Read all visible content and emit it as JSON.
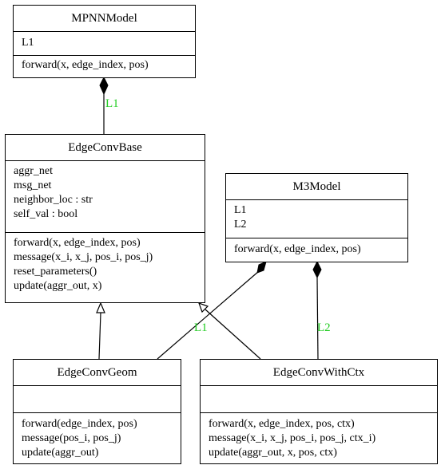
{
  "classes": {
    "mpnn": {
      "name": "MPNNModel",
      "attributes": [
        "L1"
      ],
      "methods": [
        "forward(x, edge_index, pos)"
      ]
    },
    "edgeconvbase": {
      "name": "EdgeConvBase",
      "attributes": [
        "aggr_net",
        "msg_net",
        "neighbor_loc : str",
        "self_val : bool"
      ],
      "methods": [
        "forward(x, edge_index, pos)",
        "message(x_i, x_j, pos_i, pos_j)",
        "reset_parameters()",
        "update(aggr_out, x)"
      ]
    },
    "m3model": {
      "name": "M3Model",
      "attributes": [
        "L1",
        "L2"
      ],
      "methods": [
        "forward(x, edge_index, pos)"
      ]
    },
    "edgeconvgeom": {
      "name": "EdgeConvGeom",
      "attributes": [],
      "methods": [
        "forward(edge_index, pos)",
        "message(pos_i, pos_j)",
        "update(aggr_out)"
      ]
    },
    "edgeconvwithctx": {
      "name": "EdgeConvWithCtx",
      "attributes": [],
      "methods": [
        "forward(x, edge_index, pos, ctx)",
        "message(x_i, x_j, pos_i, pos_j, ctx_i)",
        "update(aggr_out, x, pos, ctx)"
      ]
    }
  },
  "edges": {
    "mpnn_edgeconvbase": "L1",
    "m3_edgeconvgeom": "L1",
    "m3_edgeconvwithctx": "L2"
  },
  "colors": {
    "edge_label": "#22cc22",
    "line": "#000000"
  }
}
